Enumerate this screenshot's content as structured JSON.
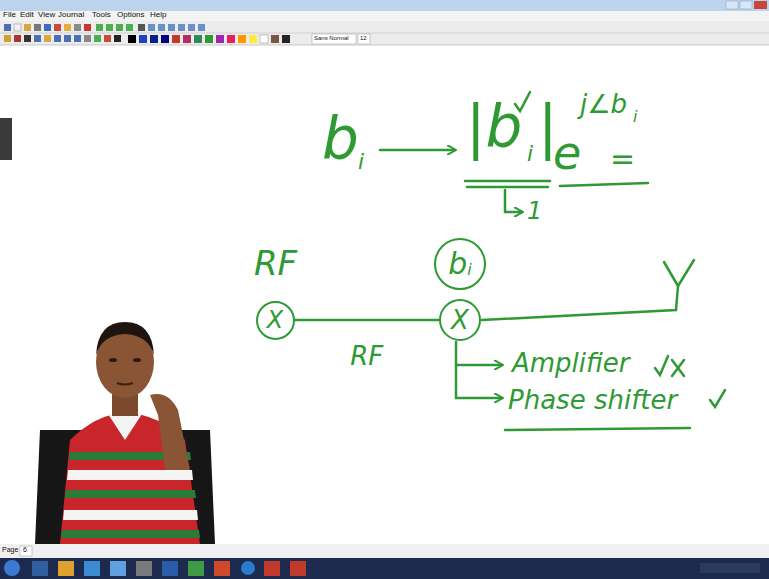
{
  "diagram": {
    "nodes": [
      {
        "text": [
          "b",
          "i"
        ]
      },
      {
        "text": [
          "X"
        ]
      },
      {
        "text": [
          "X"
        ]
      }
    ],
    "edges": [
      {
        "from": 1,
        "to": 2,
        "label": "RF",
        "arrow": "none"
      }
    ],
    "labels": [
      "File",
      "Edit",
      "View",
      "Journal",
      "Tools",
      "Options",
      "Help",
      "Sans Normal",
      "12",
      "b",
      "i",
      "|b",
      "i",
      "|",
      "e",
      "j∠b",
      "i",
      "=",
      "1",
      "RF",
      "Amplifier",
      "Phase shifter",
      "Page",
      "6"
    ]
  }
}
